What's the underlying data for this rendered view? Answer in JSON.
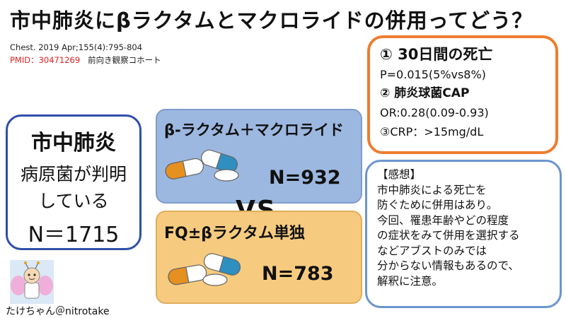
{
  "title": "市中肺炎にβラクタムとマクロライドの併用ってどう？",
  "citation": {
    "journal": "Chest. 2019 Apr;155(4):795-804",
    "pmid": "PMID：30471269",
    "design": "前向き観察コホート"
  },
  "population": {
    "line1": "市中肺炎",
    "line2": "病原菌が判明",
    "line3": "している",
    "n": "N＝1715"
  },
  "group1": {
    "label": "β-ラクタム＋マクロライド",
    "n": "N=932"
  },
  "group2": {
    "label": "FQ±βラクタム単独",
    "n": "N=783"
  },
  "vs": "VS",
  "outcomes": {
    "o1_title": "① 30日間の死亡",
    "o1_value": "P=0.015(5%vs8%)",
    "o2_title": "② 肺炎球菌CAP",
    "o2_value": "OR:0.28(0.09-0.93)",
    "o3": "③CRP：>15mg/dL"
  },
  "comment": {
    "heading": "【感想】",
    "lines": [
      "市中肺炎による死亡を",
      "防ぐために併用はあり。",
      "今回、罹患年齢やどの程度",
      "の症状をみて併用を選択する",
      "などアブストのみでは",
      "分からない情報もあるので、",
      "解釈に注意。"
    ]
  },
  "author": "たけちゃん＠nitrotake",
  "colors": {
    "group1_bg": "#9cb8e0",
    "group2_bg": "#f7cb7f",
    "outcome_border": "#ed7d31",
    "population_border": "#2f4fa8",
    "comment_border": "#6b95cf",
    "pmid": "#e02020"
  }
}
